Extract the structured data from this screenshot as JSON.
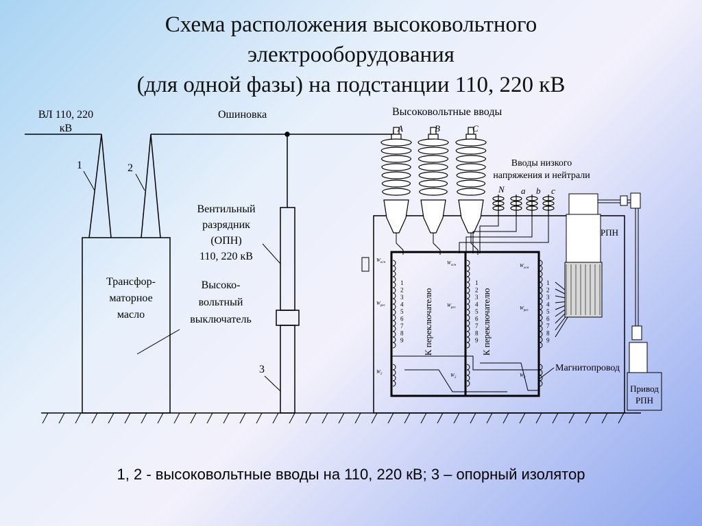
{
  "title": {
    "line1": "Схема расположения высоковольтного",
    "line2": "электрооборудования",
    "line3": "(для одной фазы) на подстанции 110, 220 кВ"
  },
  "labels": {
    "vl_line1": "ВЛ 110, 220",
    "vl_line2": "кВ",
    "bushing1": "1",
    "bushing2": "2",
    "oshinovka": "Ошиновка",
    "hv_inputs": "Высоковольтные вводы",
    "phase_a": "A",
    "phase_b": "B",
    "phase_c": "C",
    "lv_inputs_line1": "Вводы низкого",
    "lv_inputs_line2": "напряжения и нейтрали",
    "lv_n": "N",
    "lv_a": "a",
    "lv_b": "b",
    "lv_c": "c",
    "rpn": "РПН",
    "arrester_line1": "Вентильный",
    "arrester_line2": "разрядник",
    "arrester_line3": "(ОПН)",
    "arrester_line4": "110, 220 кВ",
    "breaker_line1": "Высоко-",
    "breaker_line2": "вольтный",
    "breaker_line3": "выключатель",
    "oil_line1": "Трансфор-",
    "oil_line2": "маторное",
    "oil_line3": "масло",
    "insulator": "3",
    "to_switch": "К переключателю",
    "w_osn": "W",
    "w_osn_sub": "осн",
    "w_reg": "W",
    "w_reg_sub": "рег",
    "w2": "W",
    "w2_sub": "2",
    "magnetic_core": "Магнитопровод",
    "drive_line1": "Привод",
    "drive_line2": "РПН",
    "taps": [
      "1",
      "2",
      "3",
      "4",
      "5",
      "6",
      "7",
      "8",
      "9"
    ]
  },
  "caption": "1, 2 - высоковольтные вводы на 110, 220 кВ; 3 – опорный изолятор"
}
